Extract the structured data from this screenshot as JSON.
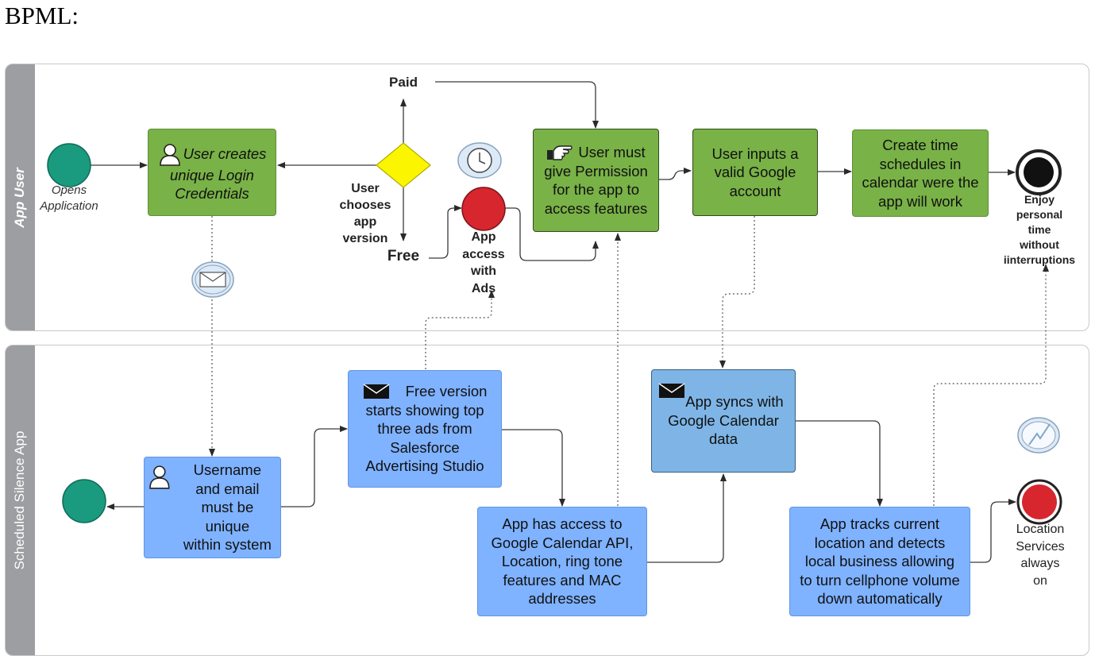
{
  "heading": "BPML:",
  "lanes": {
    "top": "App User",
    "bottom": "Scheduled Silence App"
  },
  "events": {
    "start_top": "Opens Application",
    "end_top": [
      "Enjoy",
      "personal",
      "time",
      "without",
      "iinterruptions"
    ],
    "ads_event": [
      "App",
      "access",
      "with",
      "Ads"
    ],
    "end_bottom": [
      "Location",
      "Services",
      "always",
      "on"
    ]
  },
  "gateway": {
    "label": [
      "User",
      "chooses",
      "app",
      "version"
    ],
    "paid": "Paid",
    "free": "Free"
  },
  "tasks": {
    "create_credentials": [
      "User creates",
      "unique Login",
      "Credentials"
    ],
    "give_permission": [
      "User must",
      "give Permission",
      "for the app to",
      "access features"
    ],
    "input_google": [
      "User inputs a",
      "valid Google",
      "account"
    ],
    "create_schedules": [
      "Create time",
      "schedules in",
      "calendar were the",
      "app will work"
    ],
    "unique_username": [
      "Username",
      "and email",
      "must be unique",
      "within system"
    ],
    "free_version": [
      "Free version",
      "starts showing top",
      "three ads from",
      "Salesforce",
      "Advertising Studio"
    ],
    "app_access": [
      "App has access to",
      "Google Calendar API,",
      "Location, ring tone",
      "features and MAC",
      "addresses"
    ],
    "app_syncs": [
      "App syncs with",
      "Google Calendar",
      "data"
    ],
    "tracks_location": [
      "App tracks current",
      "location and detects",
      "local business allowing",
      "to turn cellphone volume",
      "down automatically"
    ]
  },
  "icons": [
    "user-icon",
    "hand-icon",
    "envelope-icon",
    "clock-icon",
    "signal-icon"
  ],
  "colors": {
    "task_green": "#79b247",
    "task_blue": "#7fb2ff",
    "task_blue_dark": "#7eb5e6",
    "start_event": "#1a9b7f",
    "ads_event": "#d7262e",
    "gateway": "#fbf600",
    "lane_bar": "#9c9ea1"
  }
}
